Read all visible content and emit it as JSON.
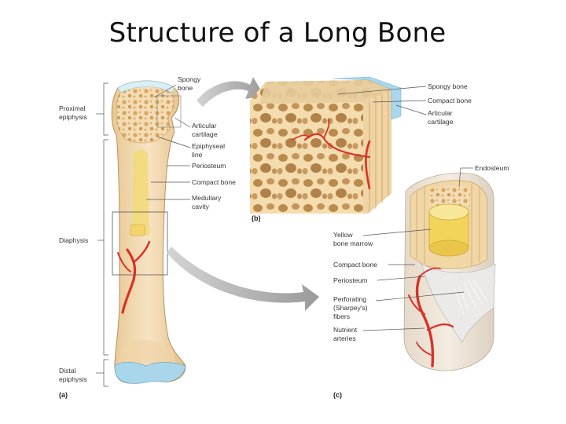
{
  "title": "Structure of a Long Bone",
  "labels_a": {
    "proximal_epiphysis": [
      "Proximal",
      "epiphysis"
    ],
    "diaphysis": "Diaphysis",
    "distal_epiphysis": [
      "Distal",
      "epiphysis"
    ],
    "spongy_bone": [
      "Spongy",
      "bone"
    ],
    "articular_cartilage": [
      "Articular",
      "cartilage"
    ],
    "epiphyseal_line": [
      "Epiphyseal",
      "line"
    ],
    "periosteum": "Periosteum",
    "compact_bone": "Compact bone",
    "medullary_cavity": [
      "Medullary",
      "cavity"
    ],
    "panel": "(a)"
  },
  "labels_b": {
    "spongy_bone": "Spongy bone",
    "compact_bone": "Compact bone",
    "articular_cartilage": [
      "Articular",
      "cartilage"
    ],
    "panel": "(b)"
  },
  "labels_c": {
    "endosteum": "Endosteum",
    "yellow_marrow": [
      "Yellow",
      "bone marrow"
    ],
    "compact_bone": "Compact bone",
    "periosteum": "Periosteum",
    "perforating_fibers": [
      "Perforating",
      "(Sharpey's)",
      "fibers"
    ],
    "nutrient_arteries": [
      "Nutrient",
      "arteries"
    ],
    "panel": "(c)"
  },
  "colors": {
    "bone": "#f0cfa0",
    "spongy": "#e6b877",
    "marrow": "#f2d870",
    "artery": "#d8322a",
    "cartilage": "#a9d6ea",
    "arrow": "#a9a9a9"
  }
}
